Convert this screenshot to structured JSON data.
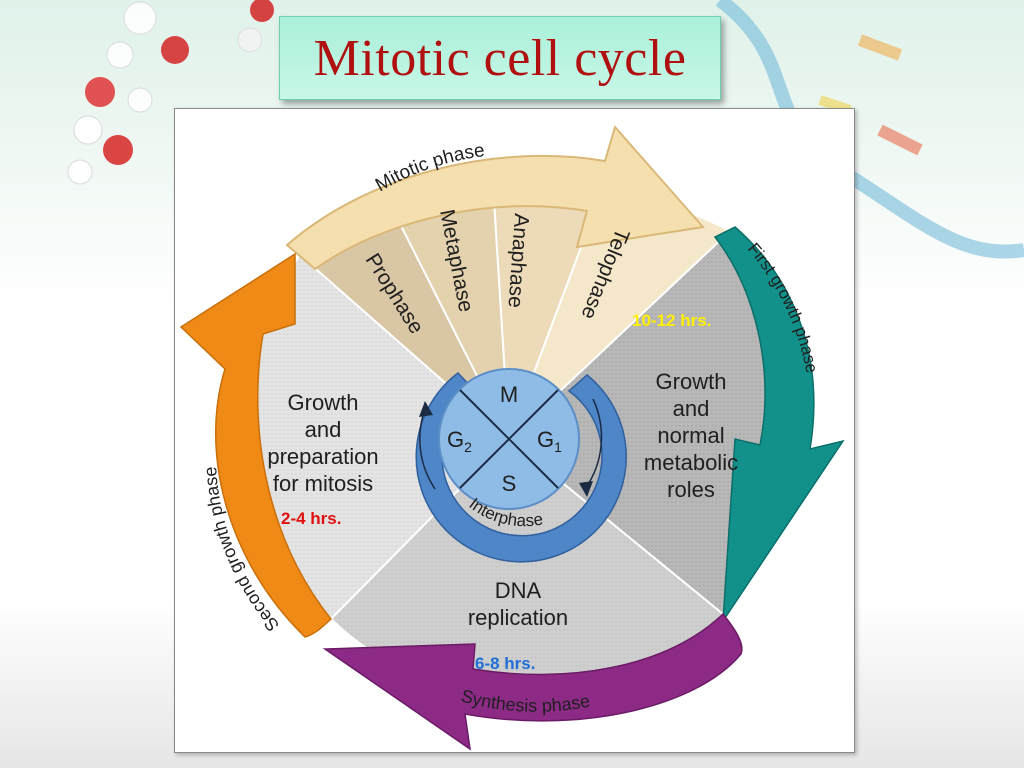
{
  "title": "Mitotic cell cycle",
  "colors": {
    "title_text": "#b01010",
    "title_bg": "#b9f4e1",
    "mitotic_arrow": "#f6dfae",
    "first_growth_arrow": "#12908a",
    "synthesis_arrow": "#8d2a86",
    "second_growth_arrow": "#f08a16",
    "g1_time": "#ffef00",
    "g2_time": "#e01010",
    "s_time": "#1f6fd6"
  },
  "arrows": {
    "mitotic": "Mitotic phase",
    "first_growth": "First growth phase",
    "synthesis": "Synthesis phase",
    "second_growth": "Second growth phase"
  },
  "mitosis_stages": {
    "prophase": "Prophase",
    "metaphase": "Metaphase",
    "anaphase": "Anaphase",
    "telophase": "Telophase"
  },
  "regions": {
    "g2": [
      "Growth",
      "and",
      "preparation",
      "for mitosis"
    ],
    "g1": [
      "Growth",
      "and",
      "normal",
      "metabolic",
      "roles"
    ],
    "s": [
      "DNA",
      "replication"
    ]
  },
  "center": {
    "m": "M",
    "g1": "G",
    "g1_sub": "1",
    "g2": "G",
    "g2_sub": "2",
    "s": "S",
    "interphase": "Interphase"
  },
  "durations": {
    "g1": "10-12 hrs.",
    "g2": "2-4 hrs.",
    "s": "6-8 hrs."
  }
}
